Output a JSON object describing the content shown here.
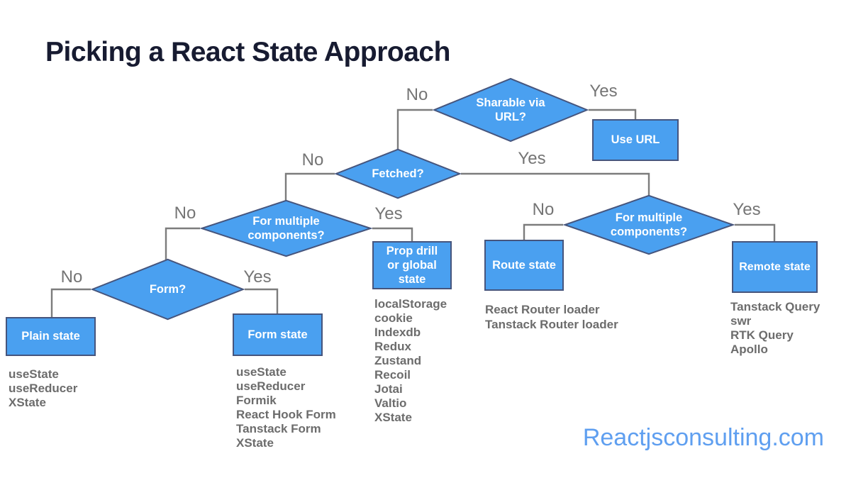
{
  "title": "Picking a React State Approach",
  "watermark": "Reactjsconsulting.com",
  "edge_labels": {
    "no": "No",
    "yes": "Yes"
  },
  "nodes": {
    "sharable": {
      "label": "Sharable via URL?"
    },
    "fetched": {
      "label": "Fetched?"
    },
    "multi_left": {
      "label": "For multiple components?"
    },
    "multi_right": {
      "label": "For multiple components?"
    },
    "form": {
      "label": "Form?"
    },
    "use_url": {
      "label": "Use URL"
    },
    "plain_state": {
      "label": "Plain state"
    },
    "form_state": {
      "label": "Form state"
    },
    "prop_drill": {
      "label": "Prop drill or global state"
    },
    "route_state": {
      "label": "Route state"
    },
    "remote_state": {
      "label": "Remote state"
    }
  },
  "lists": {
    "plain": [
      "useState",
      "useReducer",
      "XState"
    ],
    "form": [
      "useState",
      "useReducer",
      "Formik",
      "React Hook Form",
      "Tanstack Form",
      "XState"
    ],
    "prop_drill": [
      "localStorage",
      "cookie",
      "Indexdb",
      "Redux",
      "Zustand",
      "Recoil",
      "Jotai",
      "Valtio",
      "XState"
    ],
    "route": [
      "React Router loader",
      "Tanstack Router loader"
    ],
    "remote": [
      "Tanstack Query",
      "swr",
      "RTK Query",
      "Apollo"
    ]
  },
  "colors": {
    "shape_fill": "#4aa0f0",
    "shape_border": "#46557d",
    "connector": "#7c7c7c",
    "edge_label": "#757575",
    "list_text": "#6c6c6c",
    "title": "#171b31",
    "watermark": "#5f9ff0"
  }
}
